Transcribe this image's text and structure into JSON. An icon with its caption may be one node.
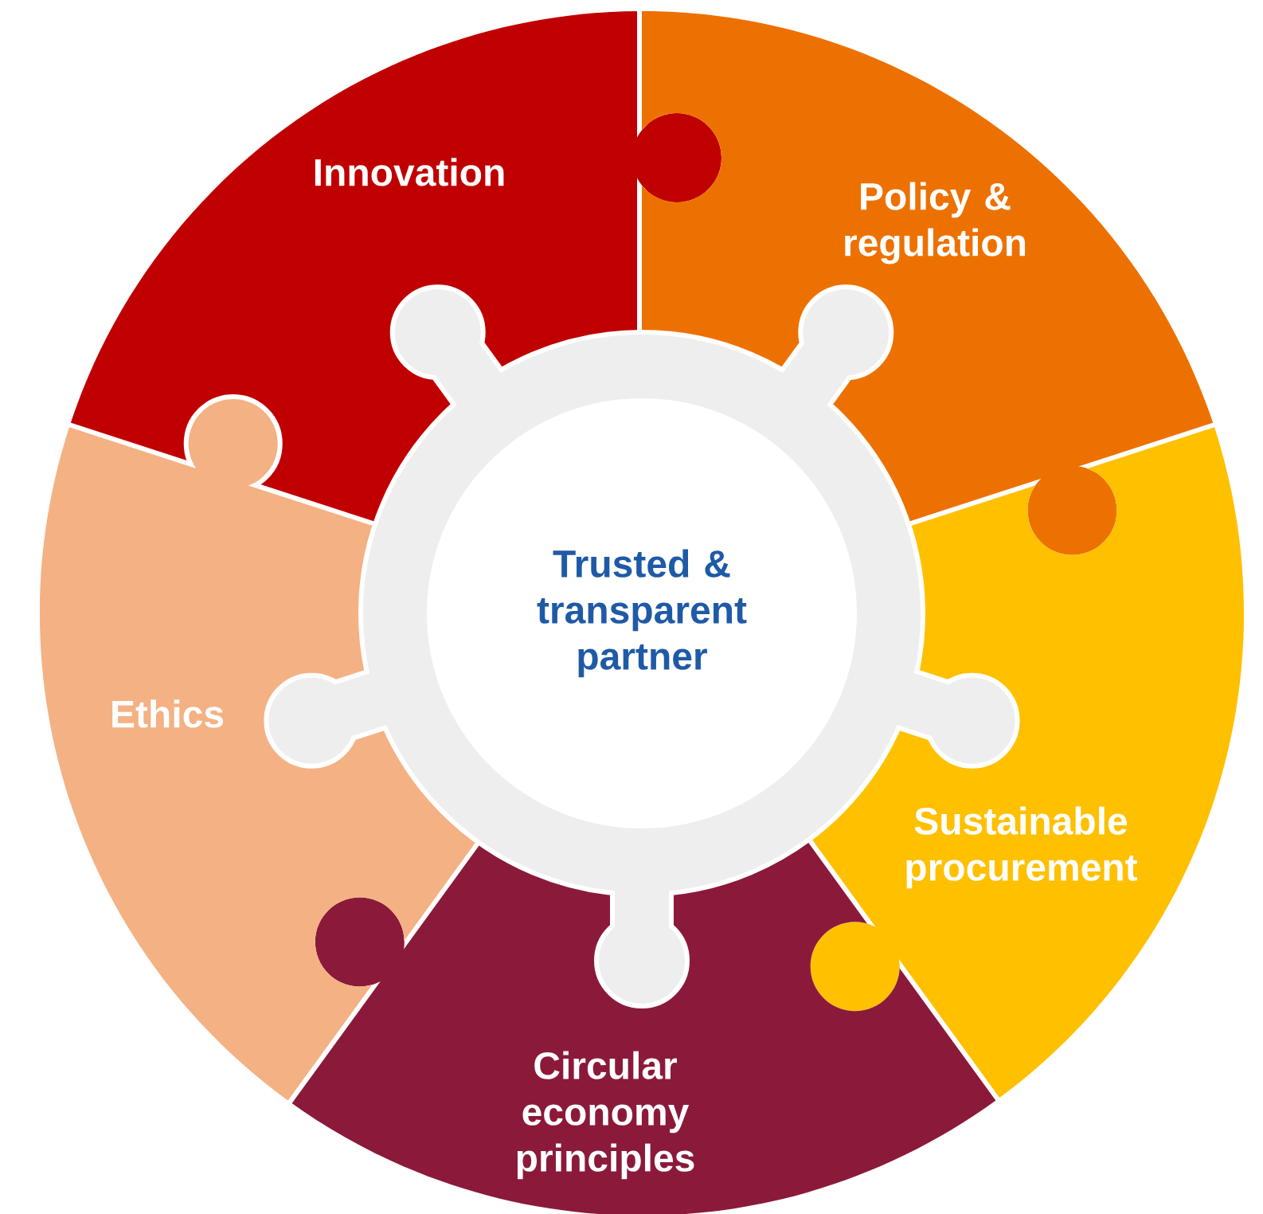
{
  "diagram": {
    "nodes": [
      {
        "text": [
          "Trusted & transparent partner"
        ]
      },
      {
        "text": [
          "Innovation"
        ]
      },
      {
        "text": [
          "Policy & regulation"
        ]
      },
      {
        "text": [
          "Sustainable procurement"
        ]
      },
      {
        "text": [
          "Circular economy principles"
        ]
      },
      {
        "text": [
          "Ethics"
        ]
      }
    ]
  }
}
